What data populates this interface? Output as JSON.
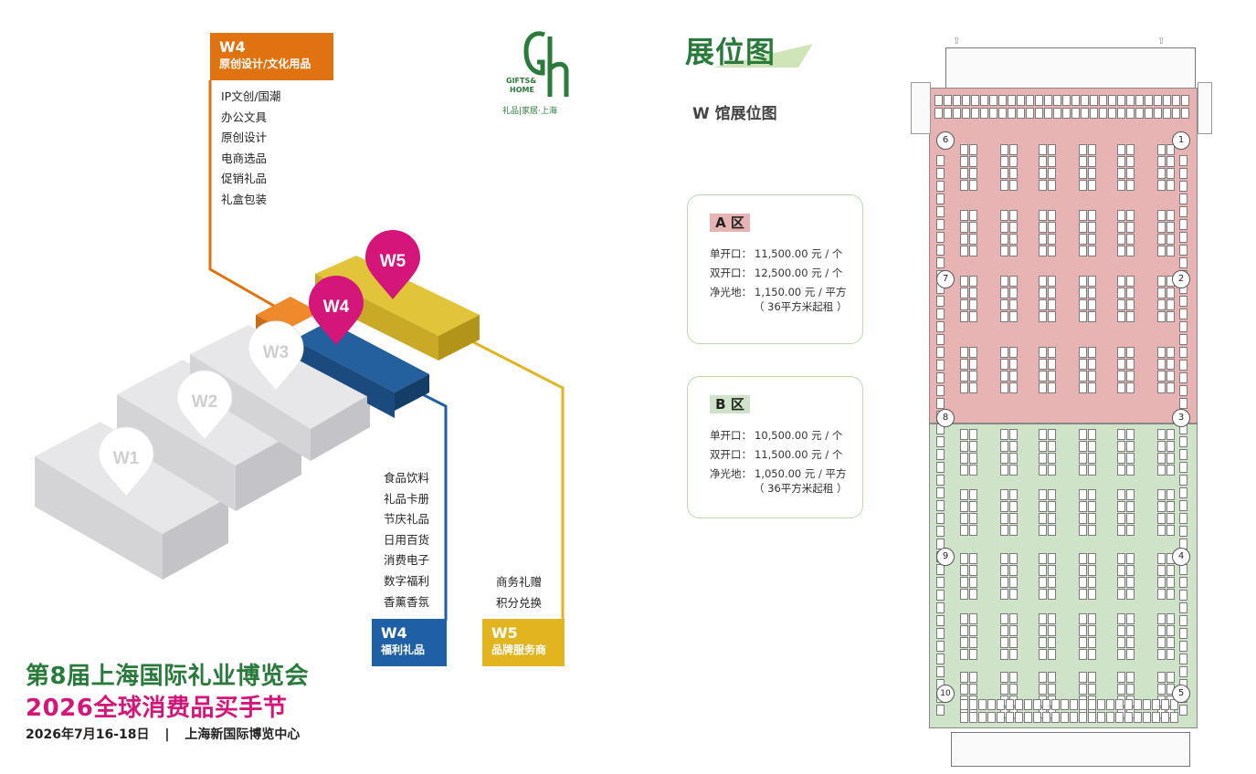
{
  "logo": {
    "letters": "Gh",
    "sub1": "GIFTS&",
    "sub2": "HOME",
    "tagline": "礼品|家居·上海"
  },
  "map_title": "展位图",
  "hall_title": "W 馆展位图",
  "halls": {
    "w1": "W1",
    "w2": "W2",
    "w3": "W3",
    "w4": "W4",
    "w5": "W5"
  },
  "categories": {
    "w4_design": {
      "code": "W4",
      "name": "原创设计/文化用品",
      "items": [
        "IP文创/国潮",
        "办公文具",
        "原创设计",
        "电商选品",
        "促销礼品",
        "礼盒包装"
      ]
    },
    "w4_welfare": {
      "code": "W4",
      "name": "福利礼品",
      "items": [
        "食品饮料",
        "礼品卡册",
        "节庆礼品",
        "日用百货",
        "消费电子",
        "数字福利",
        "香薰香氛"
      ]
    },
    "w5_brand": {
      "code": "W5",
      "name": "品牌服务商",
      "items": [
        "商务礼赠",
        "积分兑换"
      ]
    }
  },
  "pricing": [
    {
      "zone": "A 区",
      "rows": [
        {
          "label": "单开口：",
          "value": "11,500.00 元 / 个"
        },
        {
          "label": "双开口：",
          "value": "12,500.00 元 / 个"
        },
        {
          "label": "净光地：",
          "value": "1,150.00 元 / 平方"
        }
      ],
      "note": "（ 36平方米起租 ）"
    },
    {
      "zone": "B 区",
      "rows": [
        {
          "label": "单开口：",
          "value": "10,500.00 元 / 个"
        },
        {
          "label": "双开口：",
          "value": "11,500.00 元 / 个"
        },
        {
          "label": "净光地：",
          "value": "1,050.00 元 / 平方"
        }
      ],
      "note": "（ 36平方米起租 ）"
    }
  ],
  "event": {
    "title_cn": "第8届上海国际礼业博览会",
    "title_sub": "2026全球消费品买手节",
    "date": "2026年7月16-18日",
    "separator": "|",
    "venue": "上海新国际博览中心"
  },
  "gates": {
    "right": [
      "1",
      "2",
      "3",
      "4",
      "5"
    ],
    "left": [
      "6",
      "7",
      "8",
      "9",
      "10"
    ]
  },
  "colors": {
    "green": "#2a7a3c",
    "magenta": "#d4157a",
    "orange": "#e0720f",
    "blue": "#1e5fa6",
    "yellow": "#e2b41f",
    "zone_a": "#e8b3b3",
    "zone_b": "#cfe3c8"
  }
}
